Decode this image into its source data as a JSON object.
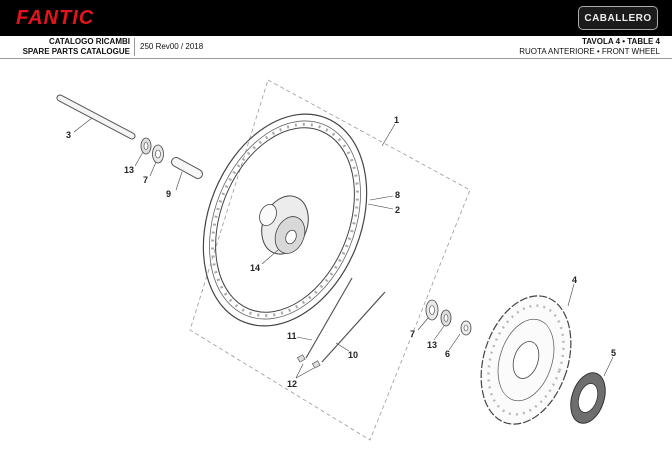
{
  "brand": {
    "logo": "FANTIC",
    "model_badge": "CABALLERO"
  },
  "header": {
    "catalog_line1": "CATALOGO RICAMBI",
    "catalog_line2": "SPARE PARTS CATALOGUE",
    "revision": "250 Rev00 / 2018",
    "table_line1": "TAVOLA 4 • TABLE 4",
    "table_line2": "RUOTA ANTERIORE • FRONT WHEEL"
  },
  "callouts": {
    "c1": "1",
    "c2": "2",
    "c3": "3",
    "c4": "4",
    "c5": "5",
    "c6": "6",
    "c7a": "7",
    "c7b": "7",
    "c8": "8",
    "c9": "9",
    "c10": "10",
    "c11": "11",
    "c12": "12",
    "c13a": "13",
    "c13b": "13",
    "c14": "14"
  },
  "colors": {
    "logo_red": "#e3141b",
    "line": "#444444",
    "frame": "#999999"
  }
}
